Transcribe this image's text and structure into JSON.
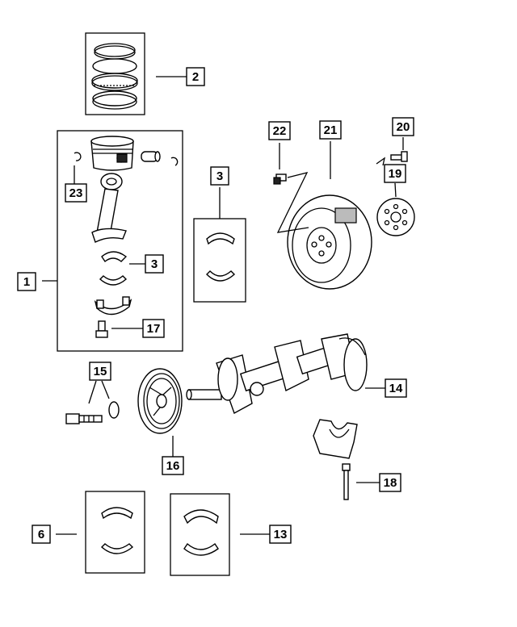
{
  "callouts": {
    "c1": "1",
    "c2": "2",
    "c3a": "3",
    "c3b": "3",
    "c6": "6",
    "c13": "13",
    "c14": "14",
    "c15": "15",
    "c16": "16",
    "c17": "17",
    "c18": "18",
    "c19": "19",
    "c20": "20",
    "c21": "21",
    "c22": "22",
    "c23": "23"
  }
}
